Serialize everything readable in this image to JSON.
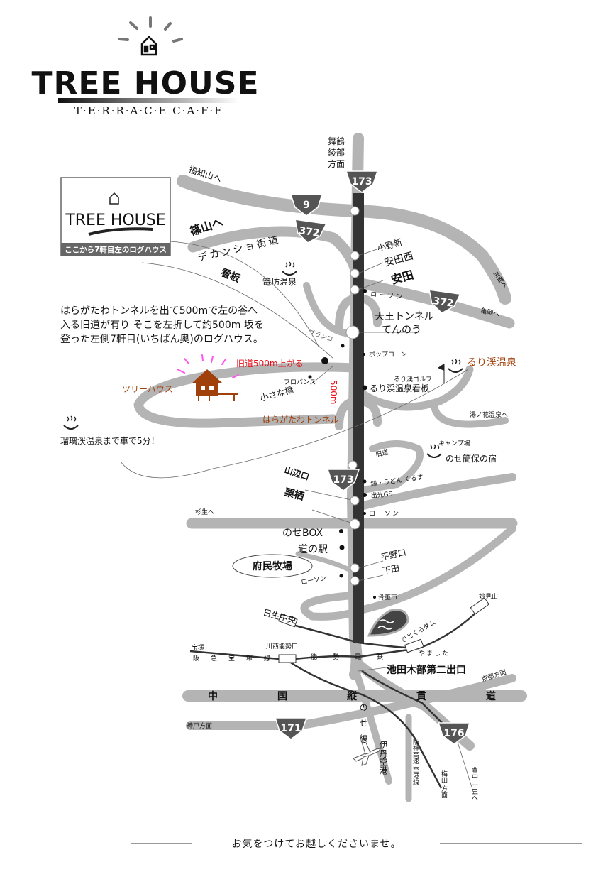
{
  "logo": {
    "name": "TREE HOUSE",
    "tagline": "T·E·R·R·A·C·E  C·A·F·E"
  },
  "signbox": {
    "logo": "TREE HOUSE",
    "caption": "ここから7軒目左のログハウス"
  },
  "directions": [
    "はらがたわトンネルを出て500mで左の谷へ",
    "入る旧道が有り そこを左折して約500m 坂を",
    "登った左側7軒目(いちばん奥)のログハウス。"
  ],
  "ruri_note": "瑠璃渓温泉まで車で5分！",
  "footer": "お気をつけてお越しくださいませ。",
  "shields": {
    "r173_top": "173",
    "r9": "9",
    "r372_a": "372",
    "r372_b": "372",
    "r173_mid": "173",
    "r171": "171",
    "r176": "176"
  },
  "labels": {
    "north_dest": [
      "舞鶴",
      "綾部",
      "方面"
    ],
    "fukuchiyama": "福知山へ",
    "sasayama": "篠山へ",
    "dekansho": "デカンショ街道",
    "kanban": "看板",
    "kagobo": "篭坊温泉",
    "onoshin": "小野新",
    "yasudanishi": "安田西",
    "yasuda": "安田",
    "lawson1": "ローソン",
    "kyoto": "京都へ",
    "kameoka": "亀岡へ",
    "tenno_tunnel": "天王トンネル",
    "tenno": "てんのう",
    "buranko": "ブランコ",
    "popcorn": "ポップコーン",
    "kyudo500": "旧道500m上がる",
    "provence": "フロバンス",
    "kosanabashi": "小さな橋",
    "m500": "500m",
    "haragatawa": "はらがたわトンネル",
    "treehouse": "ツリーハウス",
    "ruri_golf": "るり渓ゴルフ",
    "ruri_onsen": "るり渓温泉",
    "ruri_kanban": "るり渓温泉看板",
    "yunohana": "湯ノ花温泉へ",
    "camp": "キャンプ場",
    "kyudo": "旧道",
    "nose_kanpo": "のせ簡保の宿",
    "yamabeguchi": "山辺口",
    "kurusu": "鍋・うどん くるす",
    "idemitsu": "出光GS",
    "kurisu": "栗栖",
    "lawson2": "ローソン",
    "sugiu": "杉生へ",
    "nosebox": "のせBOX",
    "michinoeki": "道の駅",
    "fumin": "府民牧場",
    "hiranoguchi": "平野口",
    "shimoda": "下田",
    "lawson3": "ローソン",
    "kottouichi": "骨董市",
    "myokensan": "妙見山",
    "hitokura": "ひとくらダム",
    "nissei": "日生中央",
    "yamashita": "やました",
    "takarazuka": "宝塚",
    "kawanishi": "川西能勢口",
    "hankyu": "阪急宝塚線",
    "noseden": "能勢電鉄",
    "exit": "池田木部第二出口",
    "kyoto_homen": "京都方面",
    "chugoku": "中国縦貫道",
    "kobe": "神戸方面",
    "nose_line": "のせ線",
    "itami": "伊丹空港",
    "hanshin": "阪神高速 空港線",
    "umeda": "梅田 方面",
    "toyonaka": "豊中 十三へ"
  },
  "colors": {
    "road": "#b4b4b4",
    "main_road": "#333333",
    "shield": "#555555",
    "accent_brown": "#a0400a",
    "accent_red": "#e8101a",
    "accent_pink": "#ff55ee"
  }
}
